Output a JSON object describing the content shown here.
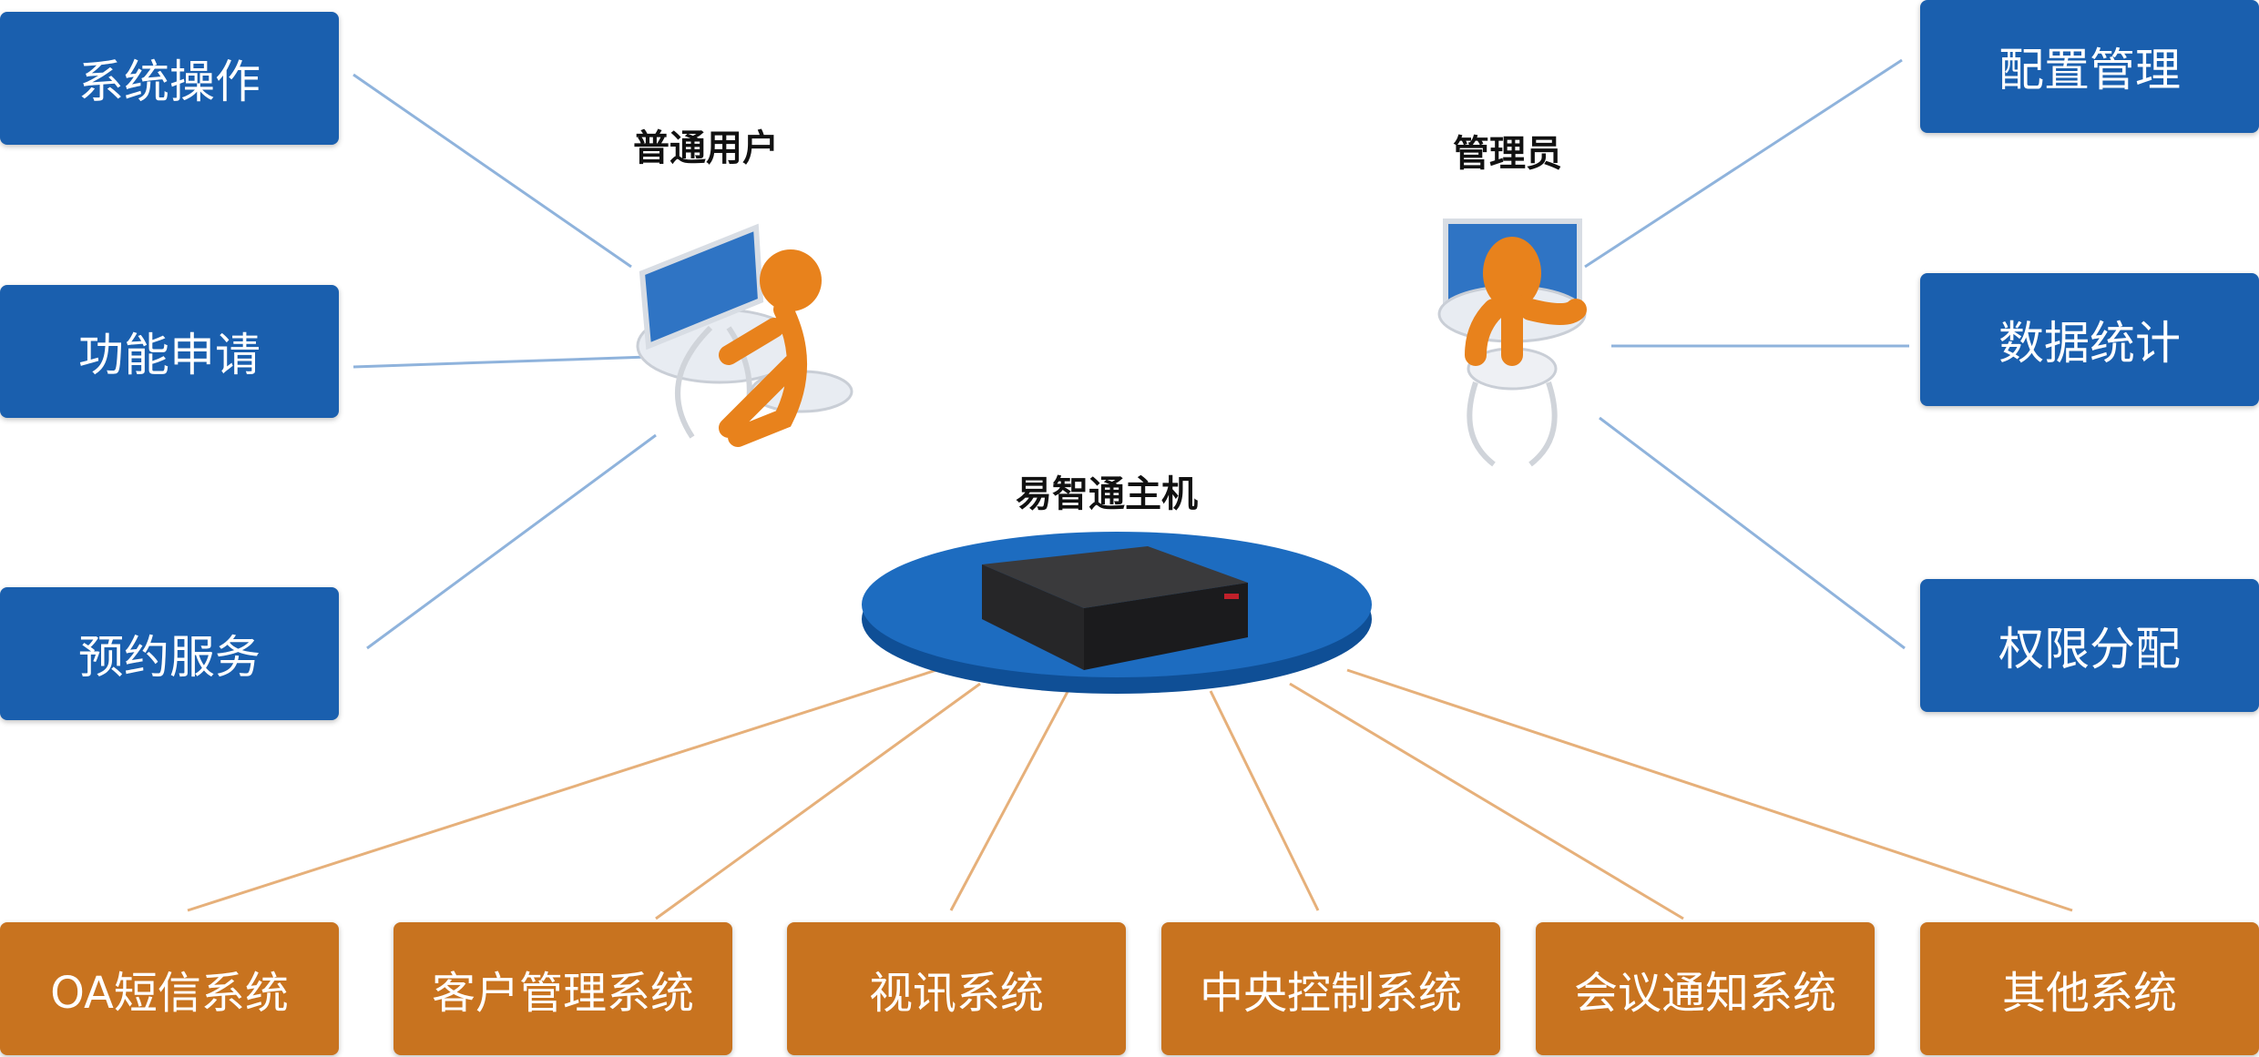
{
  "roles": {
    "user": "普通用户",
    "admin": "管理员",
    "host": "易智通主机"
  },
  "user_functions": [
    "系统操作",
    "功能申请",
    "预约服务"
  ],
  "admin_functions": [
    "配置管理",
    "数据统计",
    "权限分配"
  ],
  "subsystems": [
    "OA短信系统",
    "客户管理系统",
    "视讯系统",
    "中央控制系统",
    "会议通知系统",
    "其他系统"
  ],
  "colors": {
    "blue": "#1a5fae",
    "orange": "#c8731f",
    "figure": "#e8821c"
  }
}
